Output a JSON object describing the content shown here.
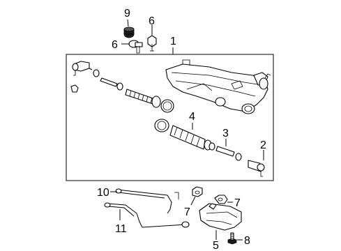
{
  "callouts": {
    "c1": "1",
    "c2": "2",
    "c3": "3",
    "c4": "4",
    "c5": "5",
    "c6a": "6",
    "c6b": "6",
    "c7a": "7",
    "c7b": "7",
    "c8": "8",
    "c9": "9",
    "c10": "10",
    "c11": "11"
  }
}
